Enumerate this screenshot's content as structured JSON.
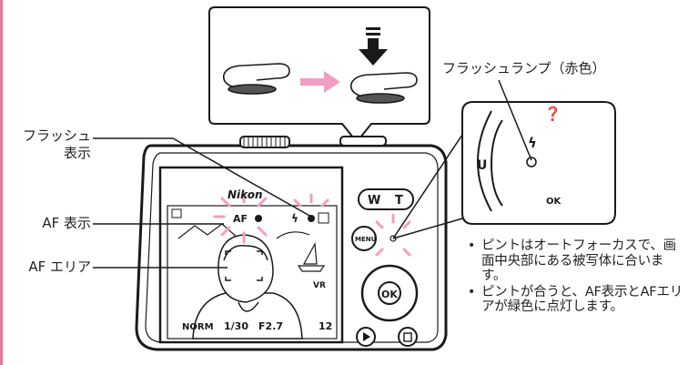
{
  "labels": {
    "flash_lamp": "フラッシュランプ（赤色）",
    "flash_indicator_line1": "フラッシュ",
    "flash_indicator_line2": "表示",
    "af_indicator": "AF 表示",
    "af_area": "AF エリア"
  },
  "notes": [
    "ピントはオートフォーカスで、画面中央部にある被写体に合います。",
    "ピントが合うと、AF表示とAFエリアが緑色に点灯します。"
  ],
  "camera": {
    "brand": "Nikon",
    "zoom_w": "W",
    "zoom_t": "T",
    "menu": "MENU",
    "ok": "OK",
    "lcd": {
      "af": "AF",
      "image_mode": "NORM",
      "shutter": "1/30",
      "aperture": "F2.7",
      "frames": "12"
    }
  },
  "colors": {
    "accent_pink": "#e8739c",
    "arrow_pink": "#f19ec2",
    "outline": "#1a1a1a"
  }
}
